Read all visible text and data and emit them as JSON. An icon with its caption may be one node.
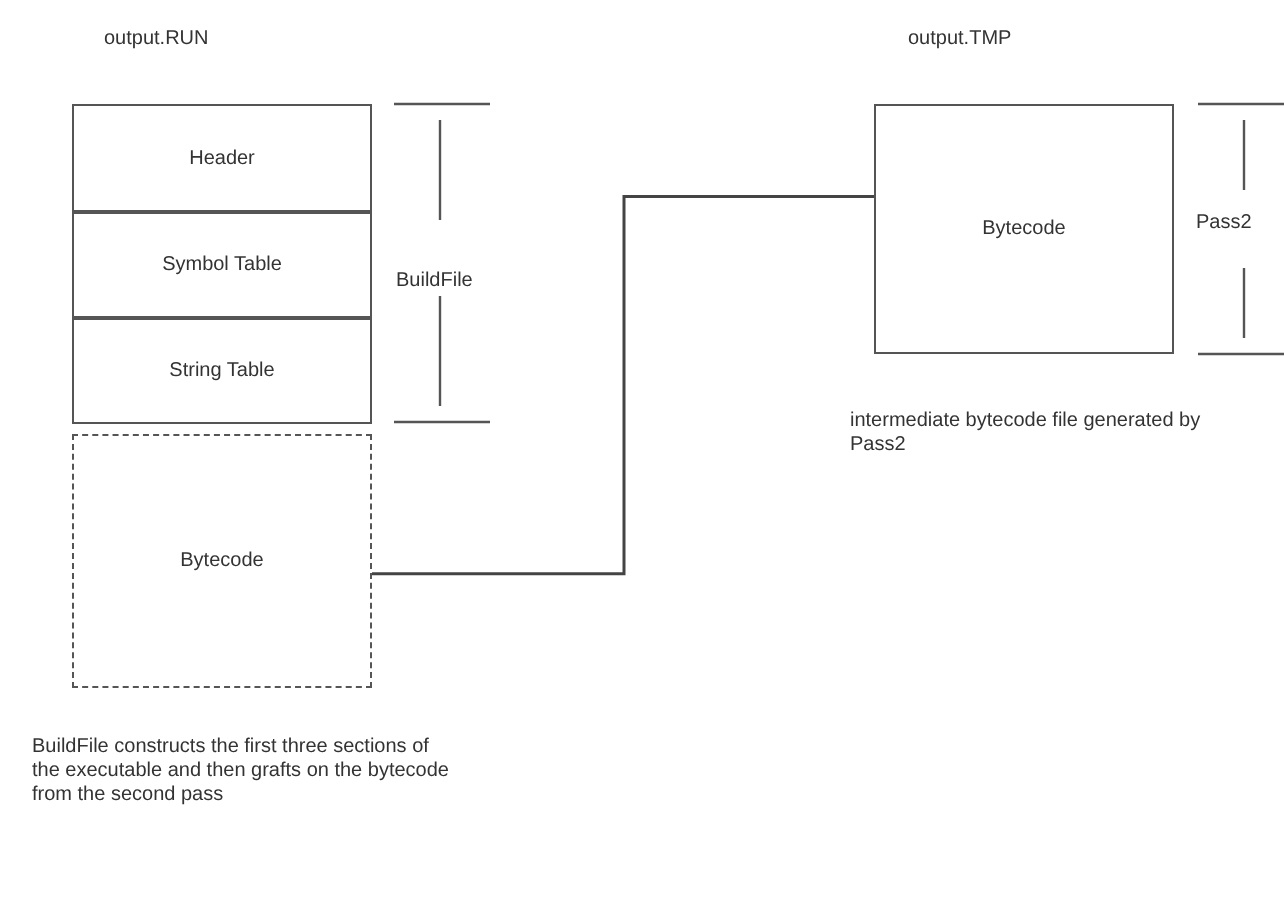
{
  "diagram": {
    "nodes": [
      {
        "text": [
          "Header"
        ]
      },
      {
        "text": [
          "Symbol Table"
        ]
      },
      {
        "text": [
          "String Table"
        ]
      },
      {
        "text": [
          "Bytecode"
        ]
      },
      {
        "text": [
          "Bytecode"
        ]
      }
    ],
    "edges": [
      {
        "from": 3,
        "to": 4,
        "arrow": "none"
      }
    ],
    "labels": [
      "output.RUN",
      "output.TMP",
      "BuildFile",
      "Pass2",
      "intermediate bytecode file generated by Pass2",
      "BuildFile constructs the first three sections of the executable and then grafts on the bytecode from the second pass"
    ]
  }
}
